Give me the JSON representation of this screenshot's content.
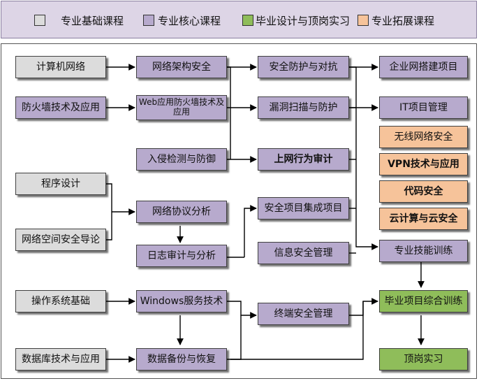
{
  "legend": [
    {
      "label": "专业基础课程",
      "color": "#dcdcdc"
    },
    {
      "label": "专业核心课程",
      "color": "#b7aacd"
    },
    {
      "label": "毕业设计与顶岗实习",
      "color": "#8fbd5a"
    },
    {
      "label": "专业拓展课程",
      "color": "#f6c39a"
    }
  ],
  "col1": {
    "c1": "计算机网络",
    "c2": "防火墙技术及应用",
    "c3": "程序设计",
    "c4": "网络空间安全导论",
    "c5": "操作系统基础",
    "c6": "数据库技术与应用"
  },
  "col2": {
    "c1": "网络架构安全",
    "c2": "Web应用防火墙技术及应用",
    "c3": "入侵检测与防御",
    "c4": "网络协议分析",
    "c5": "日志审计与分析",
    "c6": "Windows服务技术",
    "c7": "数据备份与恢复"
  },
  "col3": {
    "c1": "安全防护与对抗",
    "c2": "漏洞扫描与防护",
    "c3": "上网行为审计",
    "c4": "安全项目集成项目",
    "c5": "信息安全管理",
    "c6": "终端安全管理"
  },
  "col4": {
    "c1": "企业网搭建项目",
    "c2": "IT项目管理",
    "c3": "无线网络安全",
    "c4": "VPN技术与应用",
    "c5": "代码安全",
    "c6": "云计算与云安全",
    "c7": "专业技能训练",
    "c8": "毕业项目综合训练",
    "c9": "顶岗实习"
  }
}
